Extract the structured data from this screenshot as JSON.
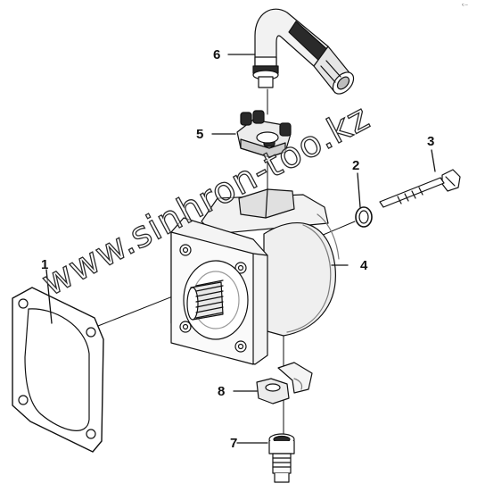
{
  "corner_mark": "ᶜ⁻",
  "watermark_text": "www.sinhron-too.kz",
  "callouts": [
    {
      "id": "1",
      "text": "1"
    },
    {
      "id": "2",
      "text": "2"
    },
    {
      "id": "3",
      "text": "3"
    },
    {
      "id": "4",
      "text": "4"
    },
    {
      "id": "5",
      "text": "5"
    },
    {
      "id": "6",
      "text": "6"
    },
    {
      "id": "7",
      "text": "7"
    },
    {
      "id": "8",
      "text": "8"
    }
  ],
  "parts": [
    {
      "callout": "1",
      "icon": "gasket-icon"
    },
    {
      "callout": "2",
      "icon": "o-ring-icon"
    },
    {
      "callout": "3",
      "icon": "bolt-icon"
    },
    {
      "callout": "4",
      "icon": "pump-icon"
    },
    {
      "callout": "5",
      "icon": "flange-clamp-icon"
    },
    {
      "callout": "6",
      "icon": "hose-fitting-icon"
    },
    {
      "callout": "7",
      "icon": "fitting-icon"
    },
    {
      "callout": "8",
      "icon": "clamp-half-icon"
    }
  ],
  "colors": {
    "line": "#111111",
    "shade": "#d9d9d9",
    "dark": "#7a7a7a",
    "background": "#ffffff"
  }
}
